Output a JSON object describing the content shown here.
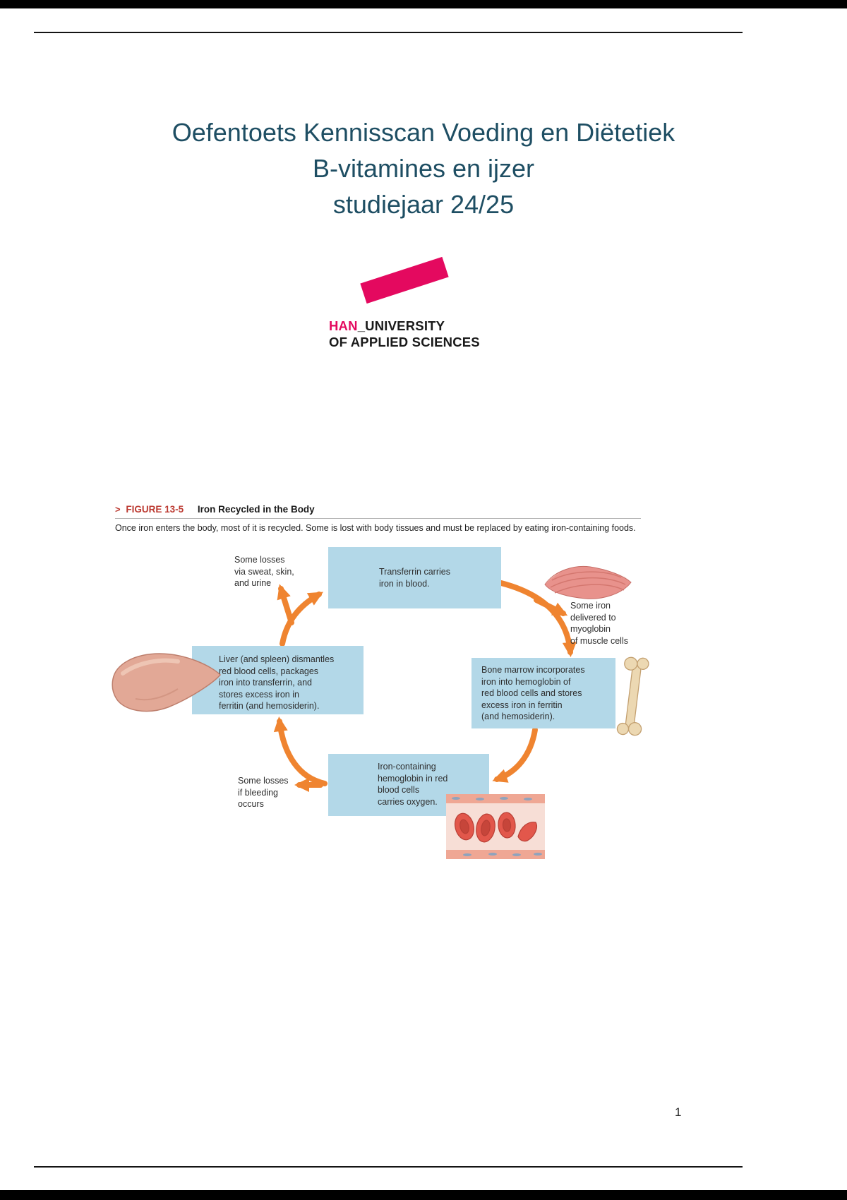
{
  "colors": {
    "title_teal": "#1e4e63",
    "brand_pink": "#e4095f",
    "box_blue": "#b3d8e8",
    "arrow_orange": "#ef8430",
    "figure_label_red": "#bc3a31"
  },
  "title": {
    "line1": "Oefentoets Kennisscan Voeding en Diëtetiek",
    "line2": "B-vitamines en ijzer",
    "line3": "studiejaar 24/25"
  },
  "logo": {
    "brand": "HAN",
    "suffix": "_UNIVERSITY",
    "line2": "OF APPLIED SCIENCES"
  },
  "figure": {
    "marker": ">",
    "label": "FIGURE 13-5",
    "title": "Iron Recycled in the Body",
    "caption": "Once iron enters the body, most of it is recycled. Some is lost with body tissues and must be replaced by eating iron-containing foods.",
    "nodes": {
      "transferrin": "Transferrin carries\niron in blood.",
      "liver": "Liver (and spleen) dismantles\nred blood cells, packages\niron into transferrin, and\nstores excess iron in\nferritin (and hemosiderin).",
      "bone_marrow": "Bone marrow incorporates\niron into hemoglobin of\nred blood cells and stores\nexcess iron in ferritin\n(and hemosiderin).",
      "red_blood_cells": "Iron-containing\nhemoglobin in red\nblood cells\ncarries oxygen."
    },
    "labels": {
      "losses_top": "Some losses\nvia sweat, skin,\nand urine",
      "muscle": "Some iron\ndelivered to\nmyoglobin\nof muscle cells",
      "losses_bottom": "Some losses\nif bleeding\noccurs"
    }
  },
  "footer": {
    "page_number": "1"
  }
}
